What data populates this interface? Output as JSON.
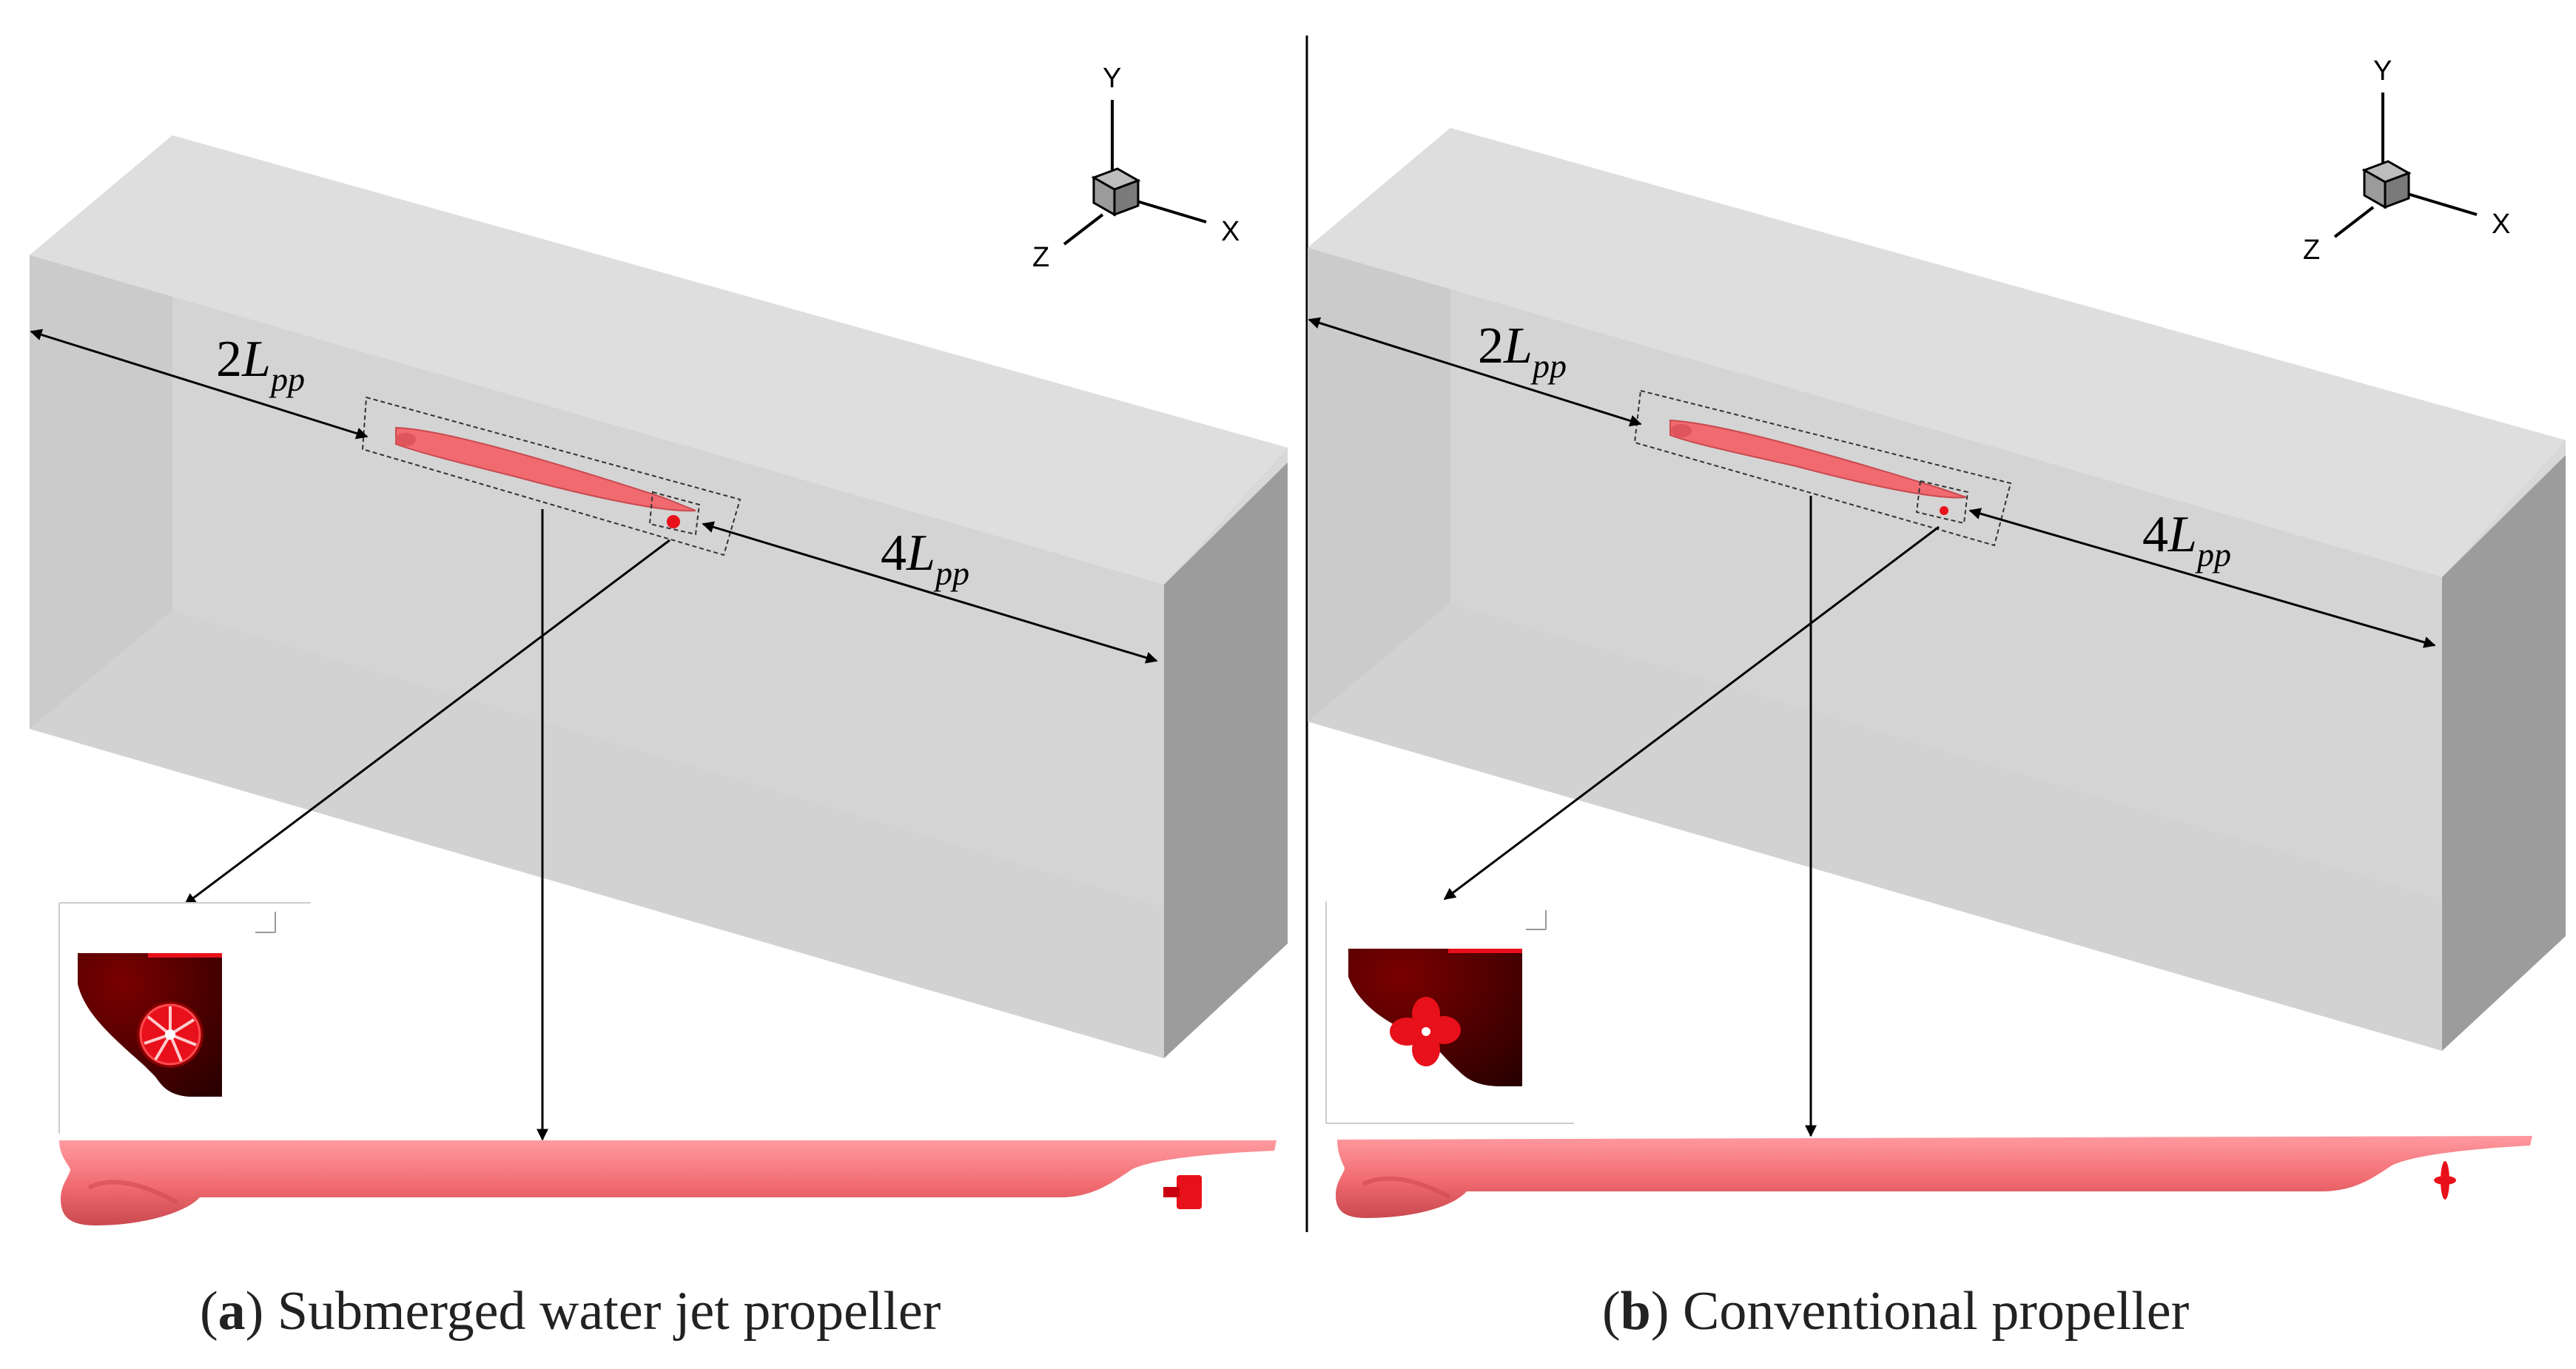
{
  "panels": [
    {
      "id": "a",
      "caption_letter": "a",
      "caption_text": "Submerged water jet propeller",
      "dim_left": {
        "coef": "2",
        "var": "L",
        "sub": "pp"
      },
      "dim_right": {
        "coef": "4",
        "var": "L",
        "sub": "pp"
      },
      "axes": {
        "y": "Y",
        "x": "X",
        "z": "Z"
      },
      "propulsor": "water-jet"
    },
    {
      "id": "b",
      "caption_letter": "b",
      "caption_text": "Conventional propeller",
      "dim_left": {
        "coef": "2",
        "var": "L",
        "sub": "pp"
      },
      "dim_right": {
        "coef": "4",
        "var": "L",
        "sub": "pp"
      },
      "axes": {
        "y": "Y",
        "x": "X",
        "z": "Z"
      },
      "propulsor": "four-blade-propeller"
    }
  ],
  "colors": {
    "hull": "#f06a6f",
    "propulsor": "#e8101a",
    "stern_dark": "#3a0000",
    "box_front": "#d9d9d9",
    "box_side": "#a3a3a3",
    "box_bottom": "#cdcdcd"
  }
}
